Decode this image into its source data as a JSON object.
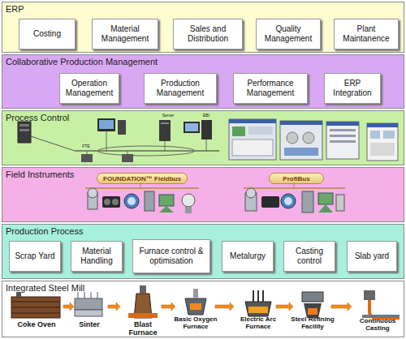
{
  "diagram": {
    "nodes": [
      {
        "text": [
          "ERP"
        ]
      },
      {
        "text": [
          "Costing"
        ],
        "in": 0
      },
      {
        "text": [
          "Material Management"
        ],
        "in": 0
      },
      {
        "text": [
          "Sales and Distribution"
        ],
        "in": 0
      },
      {
        "text": [
          "Quality Management"
        ],
        "in": 0
      },
      {
        "text": [
          "Plant Maintanence"
        ],
        "in": 0
      },
      {
        "text": [
          "Collaborative Production Management"
        ]
      },
      {
        "text": [
          "Operation Management"
        ],
        "in": 6
      },
      {
        "text": [
          "Production Management"
        ],
        "in": 6
      },
      {
        "text": [
          "Performance Management"
        ],
        "in": 6
      },
      {
        "text": [
          "ERP Integration"
        ],
        "in": 6
      },
      {
        "text": [
          "Process Control"
        ]
      },
      {
        "text": [
          "Field Instruments"
        ]
      },
      {
        "text": [
          "FOUNDATION™ Fieldbus"
        ],
        "in": 12
      },
      {
        "text": [
          "ProfiBus"
        ],
        "in": 12
      },
      {
        "text": [
          "Production Process"
        ]
      },
      {
        "text": [
          "Scrap Yard"
        ],
        "in": 15
      },
      {
        "text": [
          "Material Handling"
        ],
        "in": 15
      },
      {
        "text": [
          "Furnace control & optimisation"
        ],
        "in": 15
      },
      {
        "text": [
          "Metalurgy"
        ],
        "in": 15
      },
      {
        "text": [
          "Casting control"
        ],
        "in": 15
      },
      {
        "text": [
          "Slab yard"
        ],
        "in": 15
      },
      {
        "text": [
          "Integrated Steel Mill"
        ]
      }
    ],
    "labels": [
      "FTE",
      "Server",
      "EBI",
      "Coke Oven",
      "Sinter",
      "Blast Furnace",
      "Basic Oxygen Furnace",
      "Electric Arc Furnace",
      "Steel Refining Facility",
      "Continuous Casting"
    ]
  }
}
